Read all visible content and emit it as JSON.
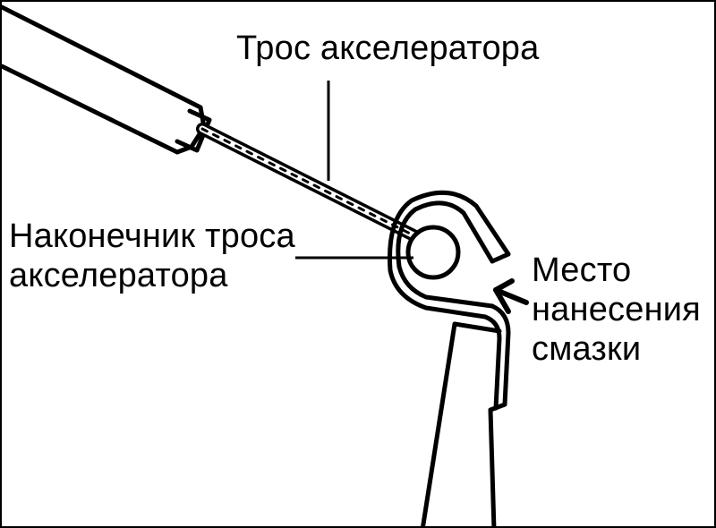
{
  "labels": {
    "cable": "Трос акселератора",
    "tip_line1": "Наконечник троса",
    "tip_line2": "акселератора",
    "lube_line1": "Место",
    "lube_line2": "нанесения",
    "lube_line3": "смазки"
  },
  "colors": {
    "ink": "#000000",
    "paper": "#ffffff"
  }
}
